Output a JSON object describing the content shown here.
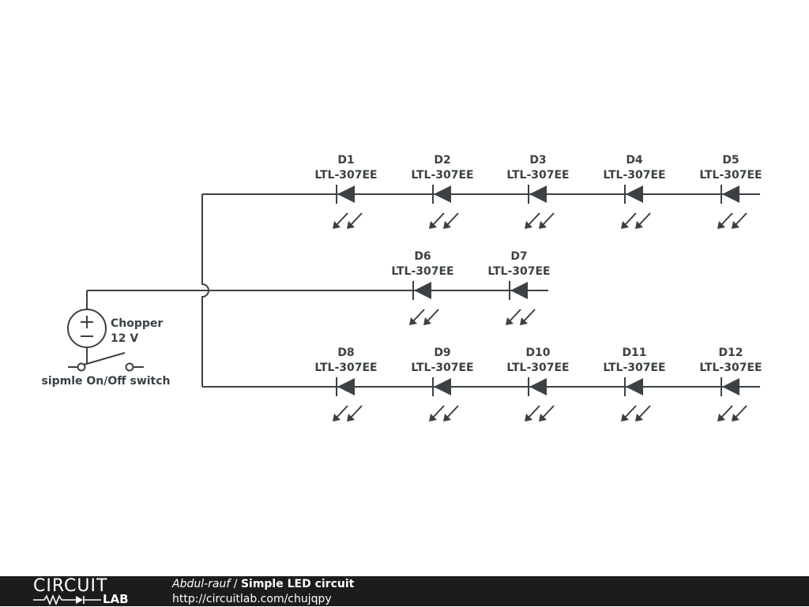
{
  "source": {
    "name": "Chopper",
    "value": "12 V"
  },
  "switch": {
    "label": "sipmle On/Off switch"
  },
  "leds": [
    {
      "ref": "D1",
      "part": "LTL-307EE"
    },
    {
      "ref": "D2",
      "part": "LTL-307EE"
    },
    {
      "ref": "D3",
      "part": "LTL-307EE"
    },
    {
      "ref": "D4",
      "part": "LTL-307EE"
    },
    {
      "ref": "D5",
      "part": "LTL-307EE"
    },
    {
      "ref": "D6",
      "part": "LTL-307EE"
    },
    {
      "ref": "D7",
      "part": "LTL-307EE"
    },
    {
      "ref": "D8",
      "part": "LTL-307EE"
    },
    {
      "ref": "D9",
      "part": "LTL-307EE"
    },
    {
      "ref": "D10",
      "part": "LTL-307EE"
    },
    {
      "ref": "D11",
      "part": "LTL-307EE"
    },
    {
      "ref": "D12",
      "part": "LTL-307EE"
    }
  ],
  "footer": {
    "logo_top": "CIRCUIT",
    "logo_bottom": "LAB",
    "author": "Abdul-rauf",
    "separator": " / ",
    "title": "Simple LED circuit",
    "url": "http://circuitlab.com/chujqpy"
  },
  "colors": {
    "ink": "#3b4145",
    "footer_bg": "#1c1c1c"
  }
}
